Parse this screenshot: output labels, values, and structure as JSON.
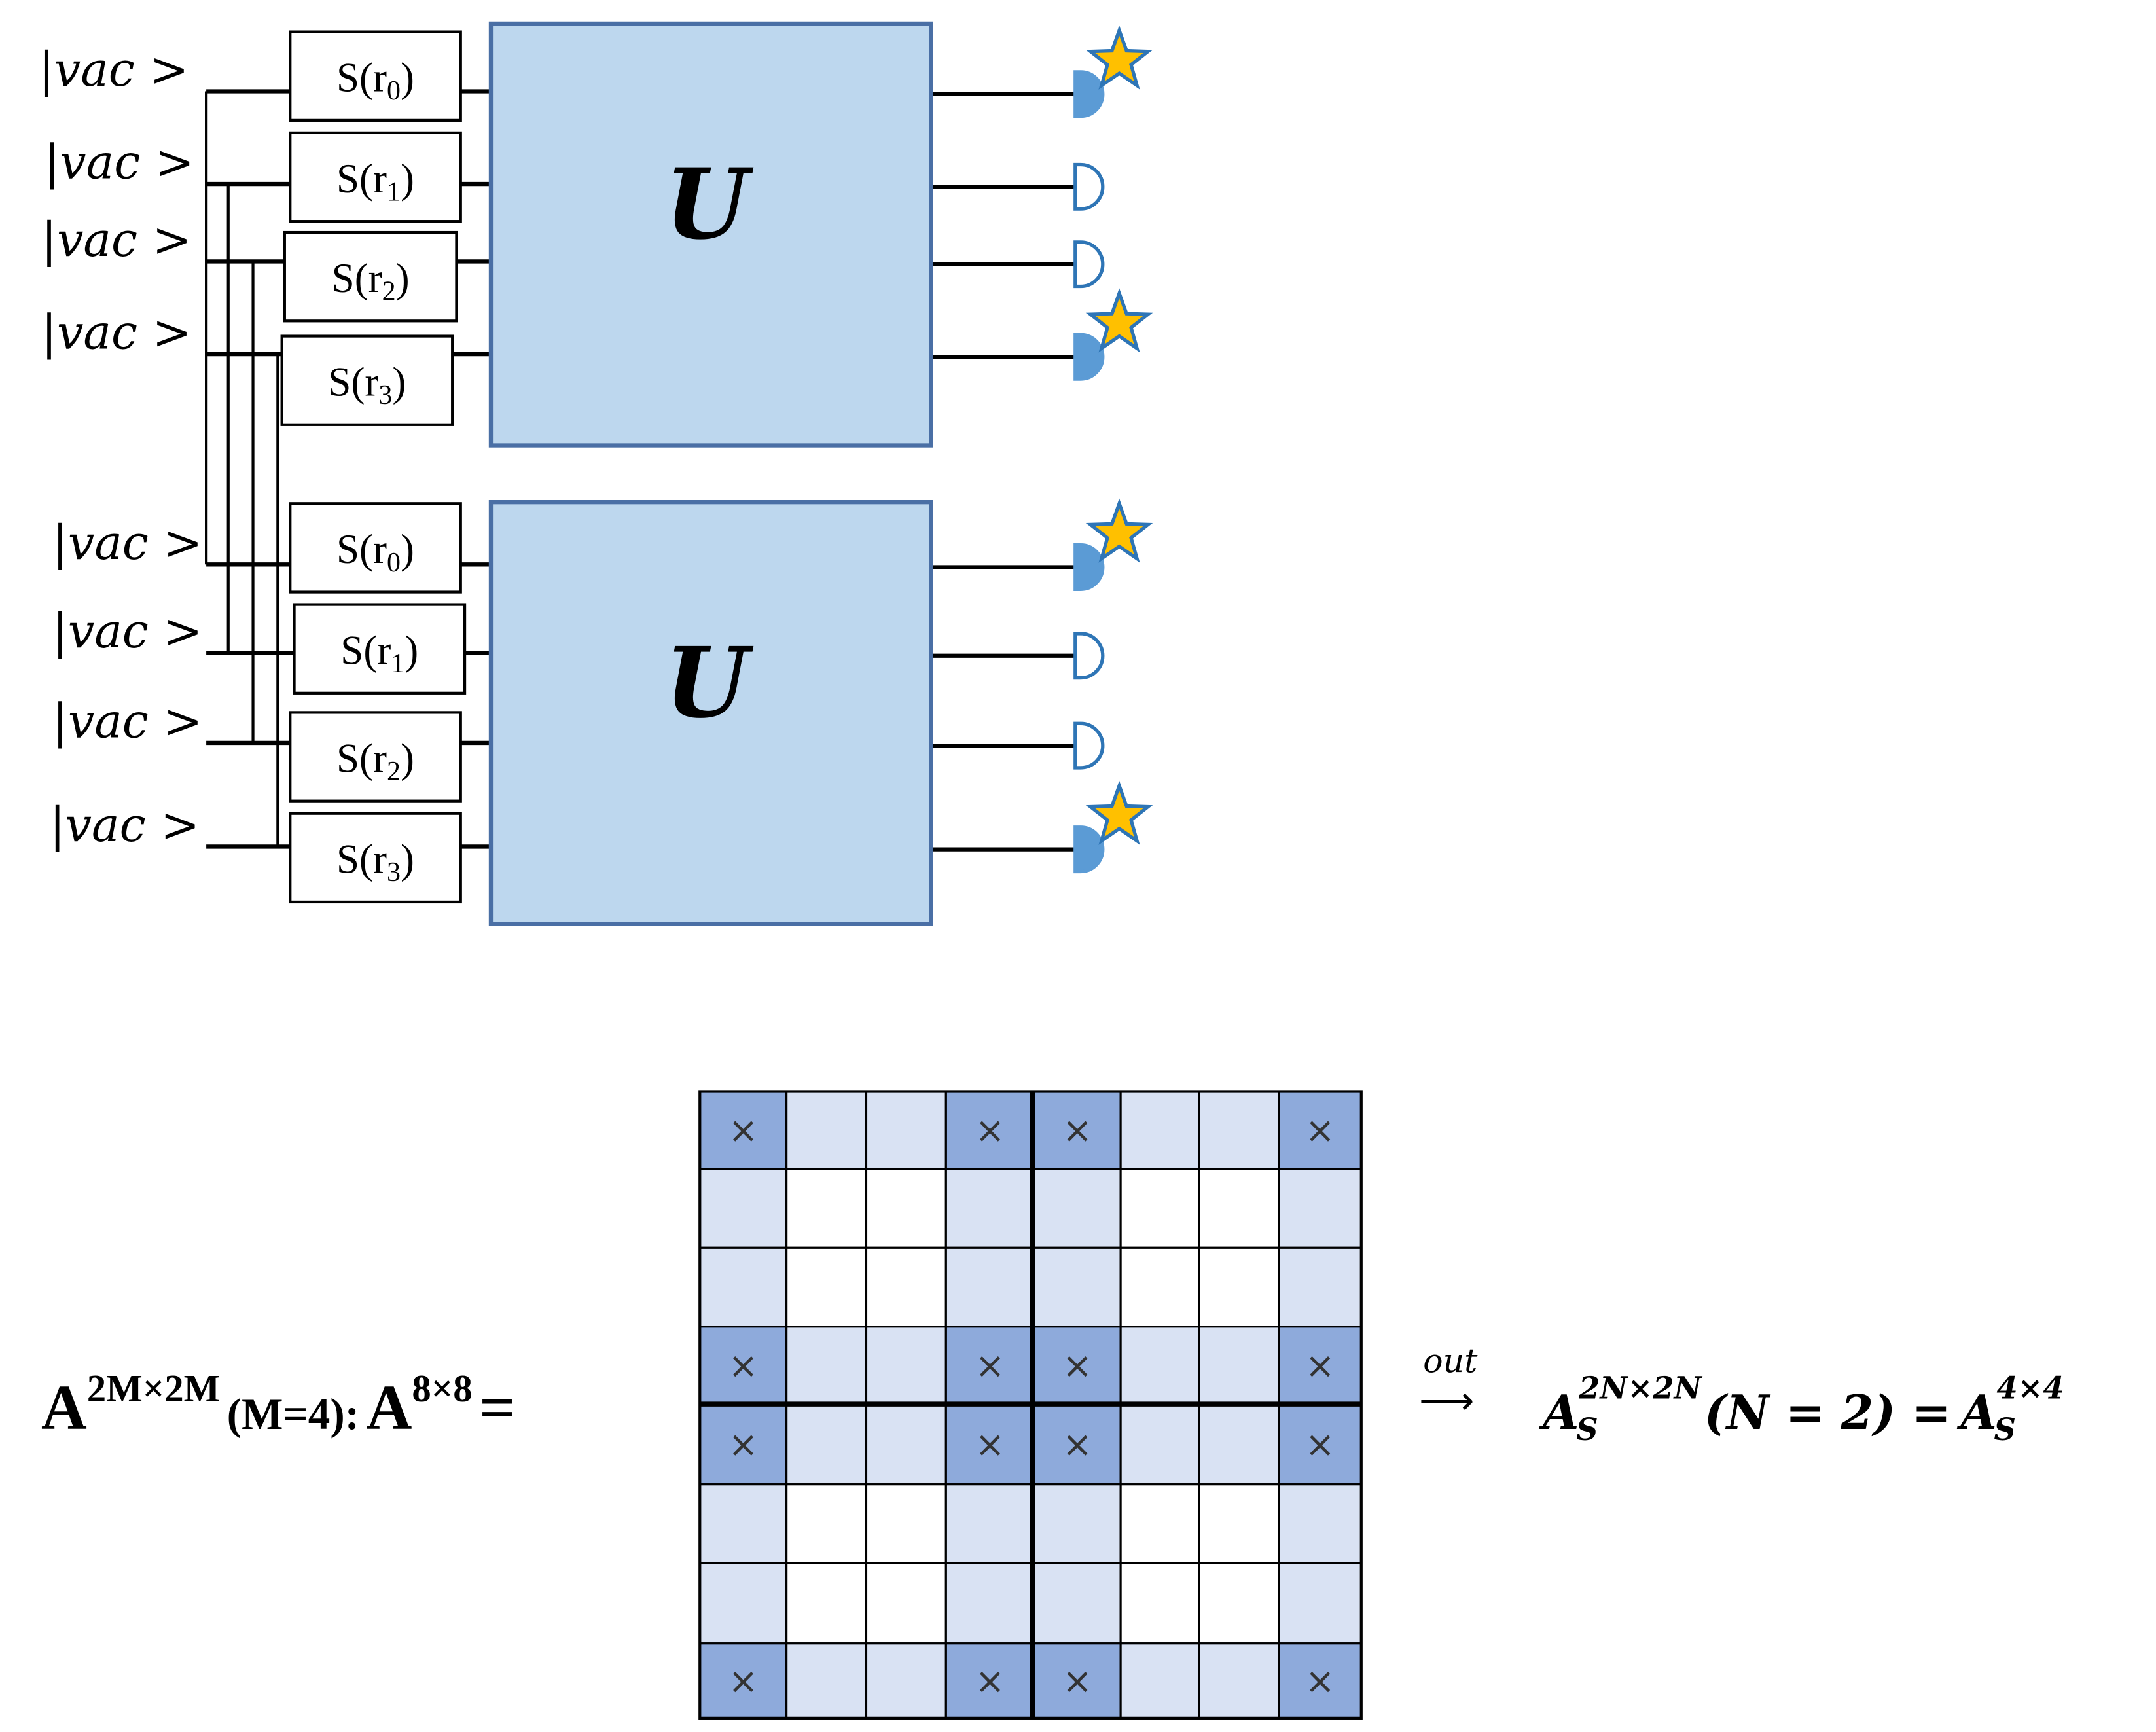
{
  "circuit": {
    "input_label": "|vac >",
    "unitary_label": "U",
    "squeezers": [
      {
        "base": "S(r",
        "sub": "0",
        "close": ")"
      },
      {
        "base": "S(r",
        "sub": "1",
        "close": ")"
      },
      {
        "base": "S(r",
        "sub": "2",
        "close": ")"
      },
      {
        "base": "S(r",
        "sub": "3",
        "close": ")"
      }
    ],
    "detector_clicks": [
      true,
      false,
      false,
      true
    ],
    "colors": {
      "unitary_fill": "#bdd7ee",
      "unitary_stroke": "#4a6fa5",
      "detector_fill": "#5b9bd5",
      "detector_stroke": "#2e75b6",
      "star_fill": "#ffc000",
      "star_stroke": "#2e75b6"
    }
  },
  "equation": {
    "lhs_A": "A",
    "lhs_sup": "2M×2M",
    "lhs_param": "(M=4):",
    "lhs_A2": "A",
    "lhs_sup2": "8×8",
    "equals": "=",
    "arrow_label": "out",
    "arrow": "⟶",
    "rhs": {
      "A": "A",
      "sub": "S",
      "sup": "2N×2N",
      "param": "(N = 2) =",
      "A2": "A",
      "sub2": "S",
      "sup2": "4×4"
    }
  },
  "matrix": {
    "size": 8,
    "cross_symbol": "×",
    "selected_indices": [
      0,
      3,
      4,
      7
    ],
    "colors": {
      "selected": "#8eaadb",
      "band": "#d9e2f3",
      "plain": "#ffffff",
      "grid": "#000000"
    }
  }
}
